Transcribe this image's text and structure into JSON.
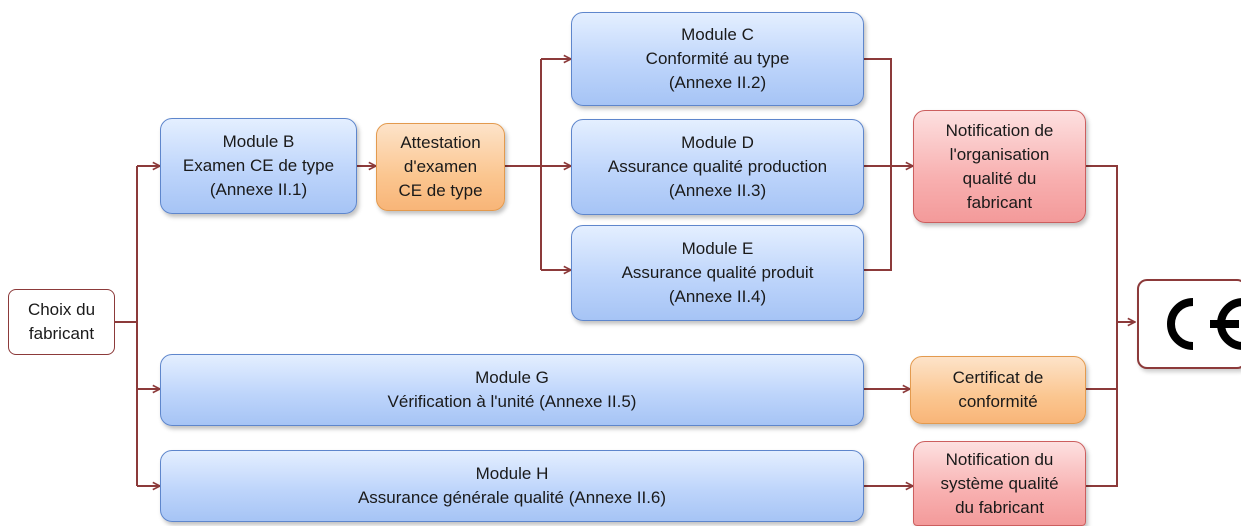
{
  "nodes": {
    "choix": [
      "Choix du",
      "fabricant"
    ],
    "module_b": [
      "Module B",
      "Examen CE de type",
      "(Annexe II.1)"
    ],
    "attestation": [
      "Attestation",
      "d'examen",
      "CE de type"
    ],
    "module_c": [
      "Module C",
      "Conformité au type",
      "(Annexe II.2)"
    ],
    "module_d": [
      "Module D",
      "Assurance qualité production",
      "(Annexe II.3)"
    ],
    "module_e": [
      "Module E",
      "Assurance qualité produit",
      "(Annexe II.4)"
    ],
    "notif_org": [
      "Notification de",
      "l'organisation",
      "qualité du",
      "fabricant"
    ],
    "module_g": [
      "Module G",
      "Vérification à l'unité (Annexe II.5)"
    ],
    "certificat": [
      "Certificat de",
      "conformité"
    ],
    "module_h": [
      "Module H",
      "Assurance générale qualité (Annexe II.6)"
    ],
    "notif_sys": [
      "Notification du",
      "système qualité",
      "du fabricant"
    ]
  },
  "ce_mark": "CE",
  "colors": {
    "connector": "#8c3a3a",
    "module_fill": "#bed5fb",
    "document_fill": "#fbc690",
    "notification_fill": "#f8b0b0"
  }
}
